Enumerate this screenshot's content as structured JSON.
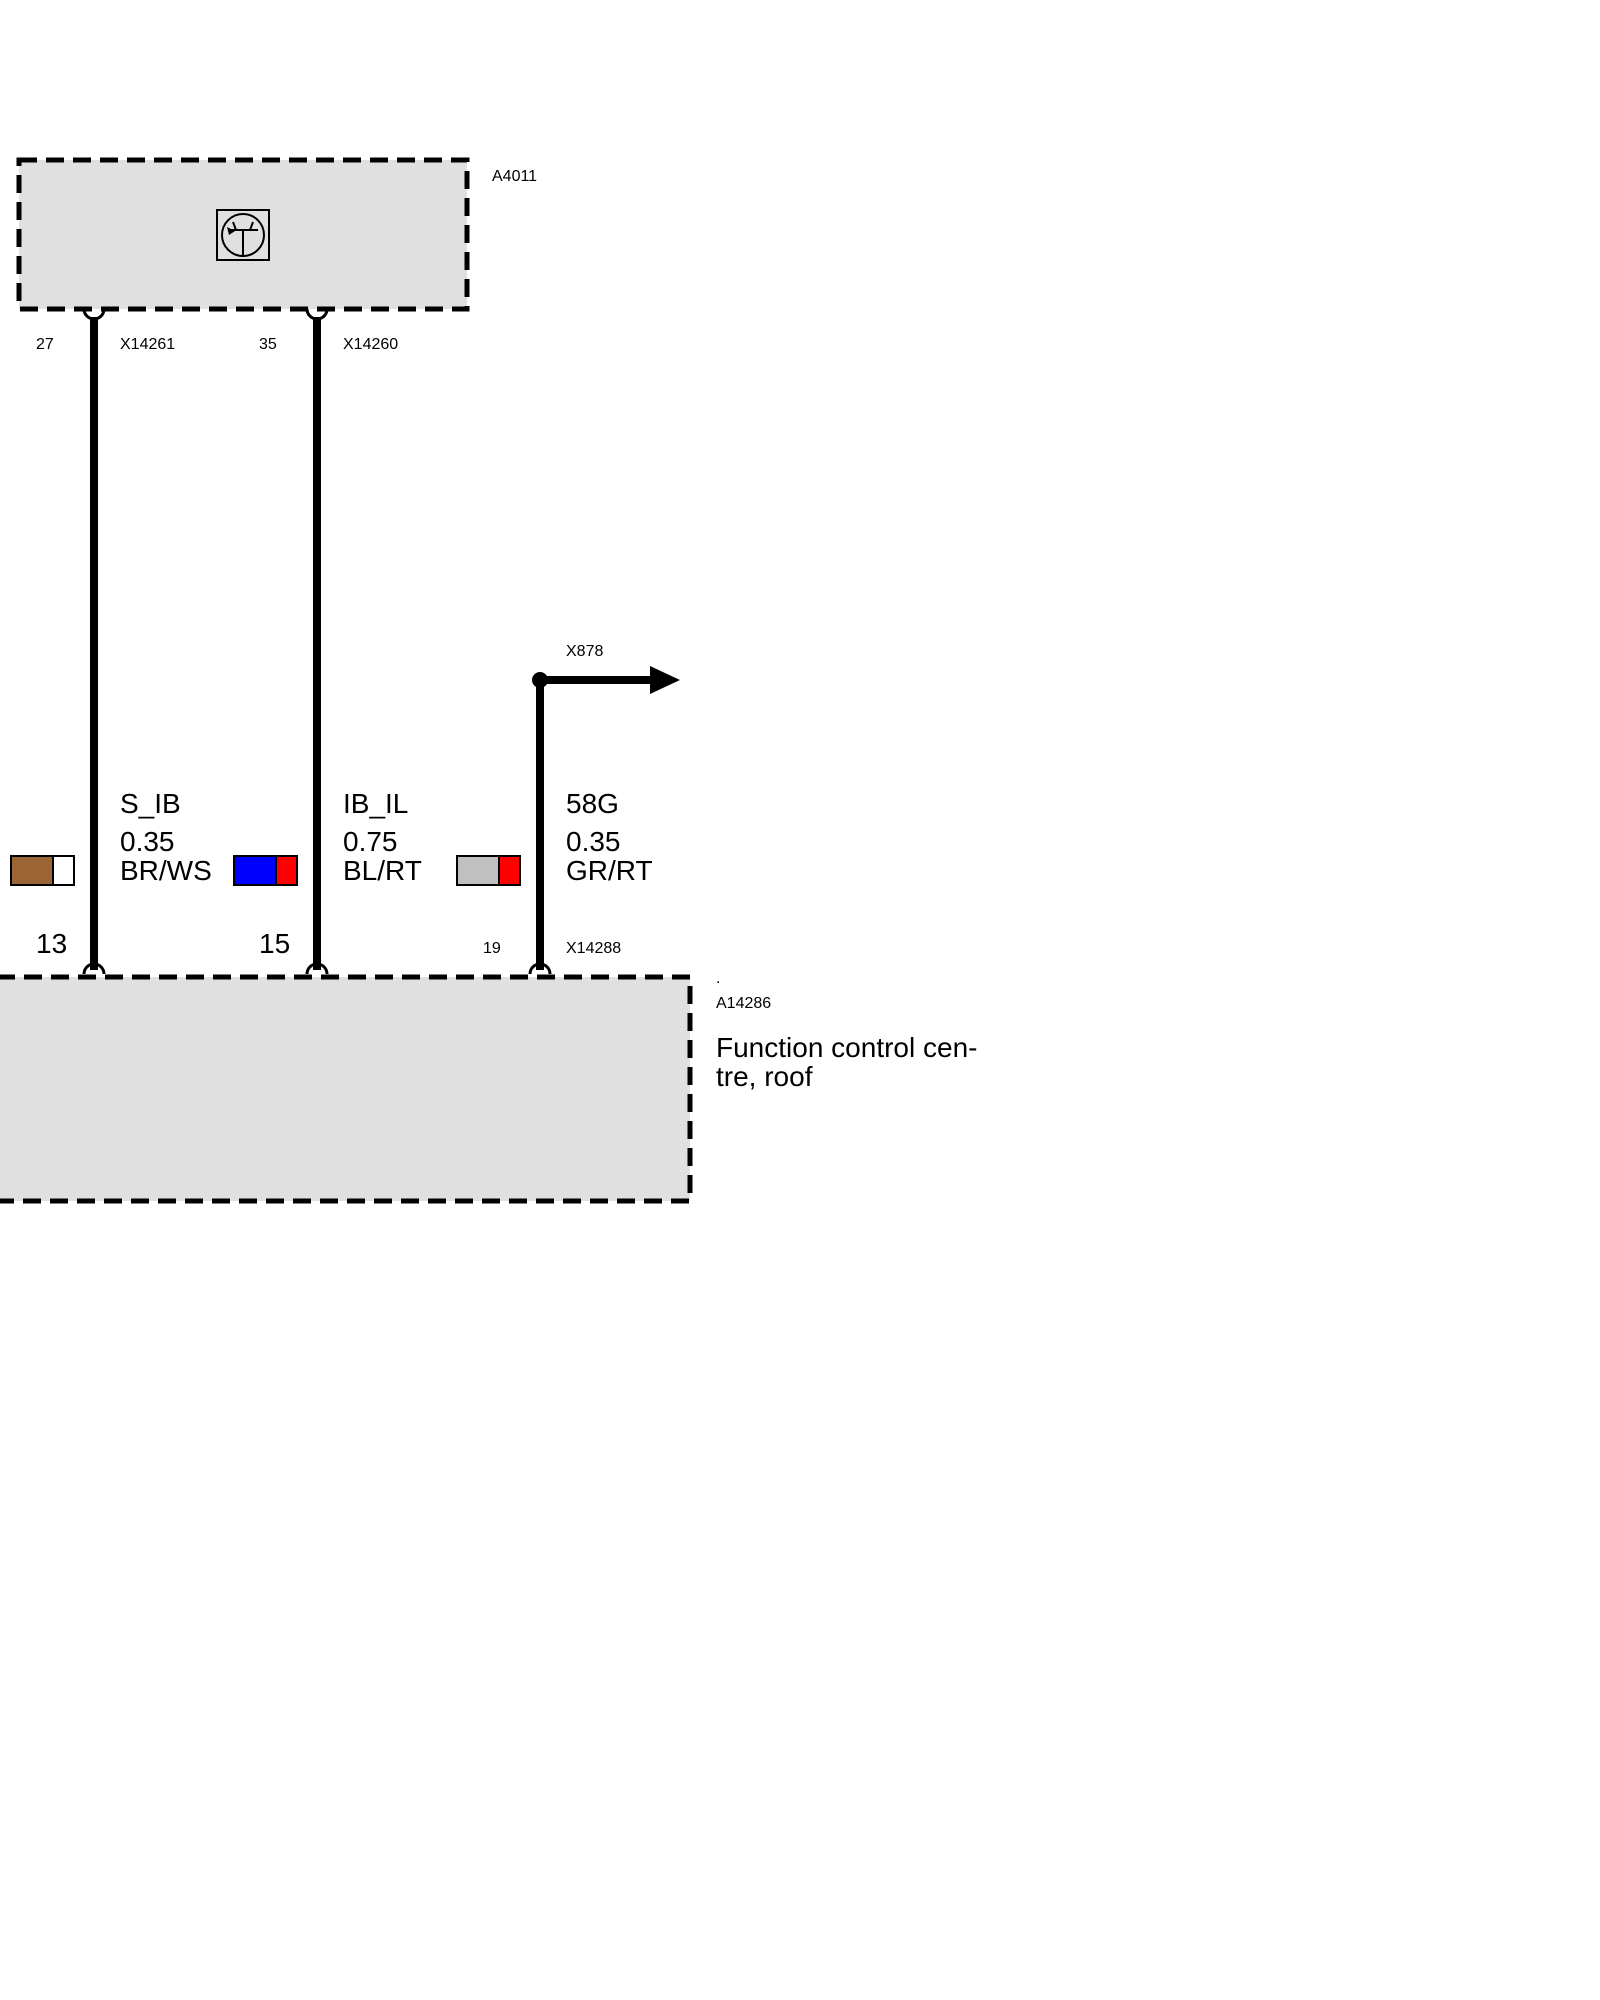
{
  "top_module": {
    "id": "A4011",
    "fill_color": "#e0e0e0"
  },
  "bottom_module": {
    "id": "A14286",
    "dot": ".",
    "description_line1": "Function control cen-",
    "description_line2": "tre, roof",
    "fill_color": "#e0e0e0"
  },
  "wires": [
    {
      "top_pin": "27",
      "top_connector": "X14261",
      "signal": "S_IB",
      "cross_section": "0.35",
      "color_code": "BR/WS",
      "bottom_pin": "13",
      "colors": [
        "#9b6535",
        "#ffffff"
      ]
    },
    {
      "top_pin": "35",
      "top_connector": "X14260",
      "signal": "IB_IL",
      "cross_section": "0.75",
      "color_code": "BL/RT",
      "bottom_pin": "15",
      "colors": [
        "#0000ff",
        "#ff0000"
      ]
    },
    {
      "signal": "58G",
      "cross_section": "0.35",
      "color_code": "GR/RT",
      "bottom_pin": "19",
      "bottom_connector": "X14288",
      "off_page_connector": "X878",
      "colors": [
        "#c0c0c0",
        "#ff0000"
      ]
    }
  ]
}
